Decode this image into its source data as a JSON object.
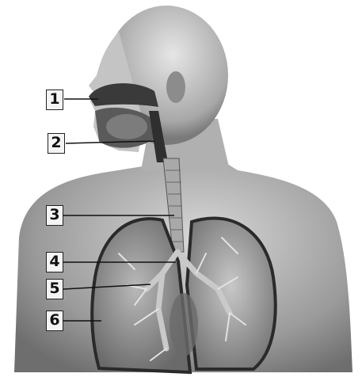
{
  "labels": [
    {
      "number": "1",
      "points_to": "nasal cavity"
    },
    {
      "number": "2",
      "points_to": "pharynx"
    },
    {
      "number": "3",
      "points_to": "trachea"
    },
    {
      "number": "4",
      "points_to": "bronchus"
    },
    {
      "number": "5",
      "points_to": "bronchiole"
    },
    {
      "number": "6",
      "points_to": "lung"
    }
  ]
}
